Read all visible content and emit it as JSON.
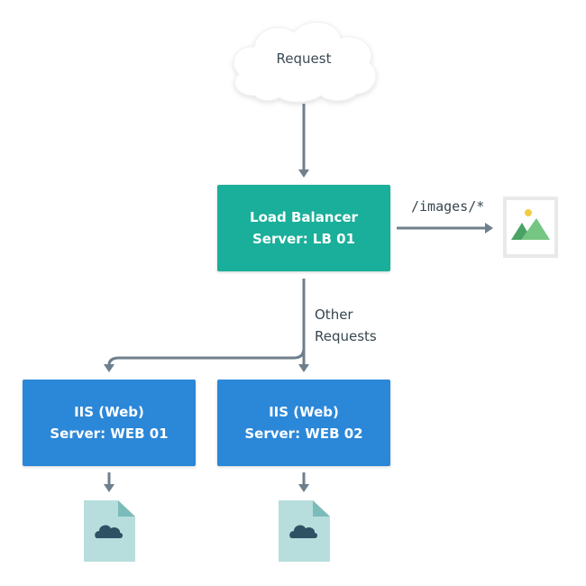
{
  "request": {
    "label": "Request"
  },
  "load_balancer": {
    "title": "Load Balancer",
    "server": "Server: LB 01"
  },
  "images_route": {
    "label": "/images/*"
  },
  "other_route": {
    "line1": "Other",
    "line2": "Requests"
  },
  "web_servers": [
    {
      "title": "IIS (Web)",
      "server": "Server: WEB 01"
    },
    {
      "title": "IIS (Web)",
      "server": "Server: WEB 02"
    }
  ],
  "icons": {
    "request": "cloud-icon",
    "images_target": "image-icon",
    "web01_output": "cloud-document-icon",
    "web02_output": "cloud-document-icon"
  },
  "colors": {
    "load_balancer": "#1aaf9a",
    "web_server": "#2b87d8",
    "connector": "#6f7f8b",
    "document": "#b7dedd",
    "document_fold": "#7bbcbb",
    "document_cloud": "#2f5164",
    "image_frame": "#e9e9e9",
    "image_sun": "#f1cc45",
    "image_mountain_dark": "#4aa365",
    "image_mountain_light": "#76c683"
  }
}
